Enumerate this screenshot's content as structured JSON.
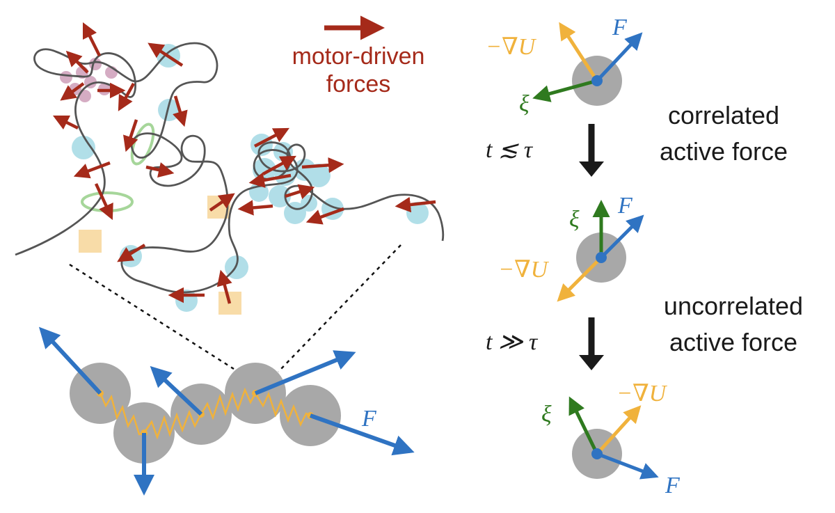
{
  "labels": {
    "motor_line1": "motor-driven",
    "motor_line2": "forces",
    "correlated_line1": "correlated",
    "correlated_line2": "active force",
    "uncorrelated_line1": "uncorrelated",
    "uncorrelated_line2": "active force",
    "time_short": "t ≲ τ",
    "time_long": "t ≫ τ"
  },
  "symbols": {
    "force": "F",
    "noise": "ξ",
    "potential_gradient": "−∇U",
    "force_chain": "F"
  },
  "colors": {
    "motor_arrow": "#a52a1a",
    "force": "#2f73c2",
    "noise": "#2f7a1f",
    "potential": "#f0b23c",
    "bead": "#999999",
    "cyan_blob": "#a9dbe6",
    "pink_blob": "#c48aaa",
    "orange_square": "#f8dca8",
    "green_ring": "#a6d69a",
    "chromatin": "#555555",
    "time_arrow": "#1a1a1a"
  }
}
